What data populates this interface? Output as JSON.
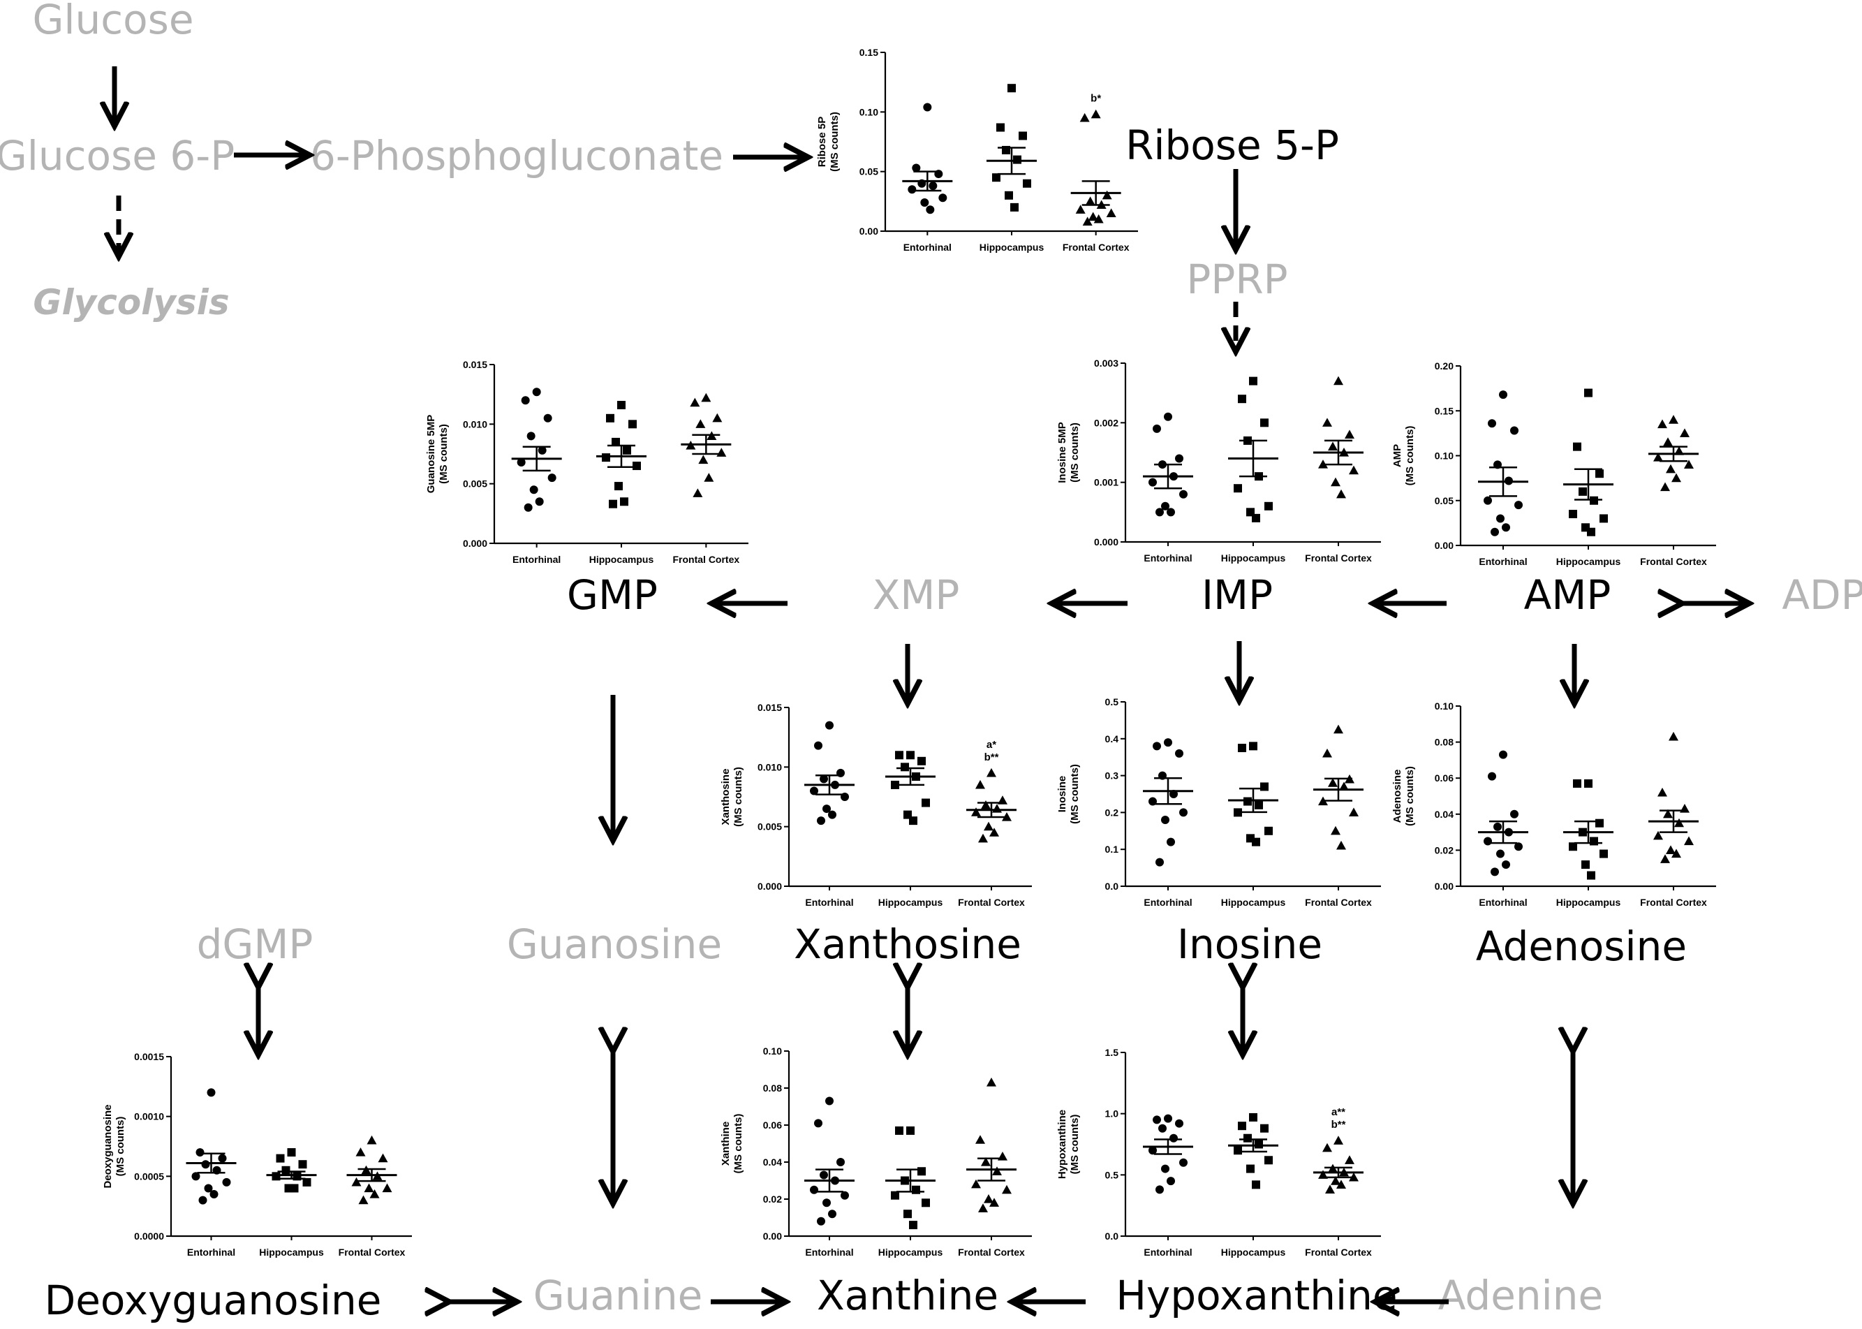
{
  "metabolites": [
    {
      "id": "glucose",
      "label": "Glucose",
      "color": "grey"
    },
    {
      "id": "glucose6p",
      "label": "Glucose 6-P",
      "color": "grey"
    },
    {
      "id": "phosphogluconate",
      "label": "6-Phosphogluconate",
      "color": "grey"
    },
    {
      "id": "glycolysis",
      "label": "Glycolysis",
      "color": "grey"
    },
    {
      "id": "ribose5p",
      "label": "Ribose 5-P",
      "color": "black"
    },
    {
      "id": "pprp",
      "label": "PPRP",
      "color": "grey"
    },
    {
      "id": "gmp",
      "label": "GMP",
      "color": "black"
    },
    {
      "id": "xmp",
      "label": "XMP",
      "color": "grey"
    },
    {
      "id": "imp",
      "label": "IMP",
      "color": "black"
    },
    {
      "id": "amp",
      "label": "AMP",
      "color": "black"
    },
    {
      "id": "adp",
      "label": "ADP",
      "color": "grey"
    },
    {
      "id": "dgmp",
      "label": "dGMP",
      "color": "grey"
    },
    {
      "id": "guanosine",
      "label": "Guanosine",
      "color": "grey"
    },
    {
      "id": "xanthosine",
      "label": "Xanthosine",
      "color": "black"
    },
    {
      "id": "inosine",
      "label": "Inosine",
      "color": "black"
    },
    {
      "id": "adenosine",
      "label": "Adenosine",
      "color": "black"
    },
    {
      "id": "deoxyguanosine",
      "label": "Deoxyguanosine",
      "color": "black"
    },
    {
      "id": "guanine",
      "label": "Guanine",
      "color": "grey"
    },
    {
      "id": "xanthine",
      "label": "Xanthine",
      "color": "black"
    },
    {
      "id": "hypoxanthine",
      "label": "Hypoxanthine",
      "color": "black"
    },
    {
      "id": "adenine",
      "label": "Adenine",
      "color": "grey"
    }
  ],
  "chart_data": [
    {
      "id": "ribose5p",
      "type": "scatter",
      "ylabel": [
        "Ribose 5P",
        "(MS counts)"
      ],
      "ylim": [
        0,
        0.15
      ],
      "ticks": [
        "0.00",
        "0.05",
        "0.10",
        "0.15"
      ],
      "tick_values": [
        0,
        0.05,
        0.1,
        0.15
      ],
      "categories": [
        "Entorhinal",
        "Hippocampus",
        "Frontal Cortex"
      ],
      "series": [
        {
          "marker": "circle",
          "values": [
            0.104,
            0.053,
            0.048,
            0.04,
            0.038,
            0.035,
            0.028,
            0.024,
            0.018
          ],
          "mean": 0.042,
          "sem": 0.008
        },
        {
          "marker": "square",
          "values": [
            0.12,
            0.087,
            0.08,
            0.068,
            0.06,
            0.045,
            0.04,
            0.03,
            0.02
          ],
          "mean": 0.059,
          "sem": 0.011
        },
        {
          "marker": "triangle",
          "values": [
            0.098,
            0.095,
            0.03,
            0.025,
            0.022,
            0.018,
            0.015,
            0.012,
            0.01,
            0.008
          ],
          "mean": 0.032,
          "sem": 0.01
        }
      ],
      "annotations": [
        {
          "category": 2,
          "lines": [
            "b*"
          ]
        }
      ]
    },
    {
      "id": "guanosine5mp",
      "type": "scatter",
      "ylabel": [
        "Guanosine 5MP",
        "(MS counts)"
      ],
      "ylim": [
        0,
        0.015
      ],
      "ticks": [
        "0.000",
        "0.005",
        "0.010",
        "0.015"
      ],
      "tick_values": [
        0,
        0.005,
        0.01,
        0.015
      ],
      "categories": [
        "Entorhinal",
        "Hippocampus",
        "Frontal Cortex"
      ],
      "series": [
        {
          "marker": "circle",
          "values": [
            0.0127,
            0.012,
            0.0105,
            0.009,
            0.0078,
            0.0068,
            0.0055,
            0.0045,
            0.0035,
            0.003
          ],
          "mean": 0.0071,
          "sem": 0.001
        },
        {
          "marker": "square",
          "values": [
            0.0116,
            0.0105,
            0.01,
            0.0085,
            0.0078,
            0.0072,
            0.0065,
            0.0048,
            0.0035,
            0.0033
          ],
          "mean": 0.0073,
          "sem": 0.0009
        },
        {
          "marker": "triangle",
          "values": [
            0.0122,
            0.0118,
            0.0105,
            0.01,
            0.009,
            0.0082,
            0.0076,
            0.007,
            0.0055,
            0.0042
          ],
          "mean": 0.0083,
          "sem": 0.0008
        }
      ],
      "annotations": []
    },
    {
      "id": "inosine5mp",
      "type": "scatter",
      "ylabel": [
        "Inosine 5MP",
        "(MS counts)"
      ],
      "ylim": [
        0,
        0.003
      ],
      "ticks": [
        "0.000",
        "0.001",
        "0.002",
        "0.003"
      ],
      "tick_values": [
        0,
        0.001,
        0.002,
        0.003
      ],
      "categories": [
        "Entorhinal",
        "Hippocampus",
        "Frontal Cortex"
      ],
      "series": [
        {
          "marker": "circle",
          "values": [
            0.0021,
            0.0019,
            0.0014,
            0.0013,
            0.0011,
            0.001,
            0.0008,
            0.0006,
            0.0005,
            0.0005
          ],
          "mean": 0.0011,
          "sem": 0.0002
        },
        {
          "marker": "square",
          "values": [
            0.0027,
            0.0024,
            0.002,
            0.0017,
            0.0011,
            0.0009,
            0.0006,
            0.0005,
            0.0004
          ],
          "mean": 0.0014,
          "sem": 0.0003
        },
        {
          "marker": "triangle",
          "values": [
            0.0027,
            0.002,
            0.0018,
            0.0016,
            0.0015,
            0.0013,
            0.0012,
            0.001,
            0.0008
          ],
          "mean": 0.0015,
          "sem": 0.0002
        }
      ],
      "annotations": []
    },
    {
      "id": "amp",
      "type": "scatter",
      "ylabel": [
        "AMP",
        "(MS counts)"
      ],
      "ylim": [
        0,
        0.2
      ],
      "ticks": [
        "0.00",
        "0.05",
        "0.10",
        "0.15",
        "0.20"
      ],
      "tick_values": [
        0,
        0.05,
        0.1,
        0.15,
        0.2
      ],
      "categories": [
        "Entorhinal",
        "Hippocampus",
        "Frontal Cortex"
      ],
      "series": [
        {
          "marker": "circle",
          "values": [
            0.168,
            0.136,
            0.128,
            0.09,
            0.072,
            0.05,
            0.045,
            0.03,
            0.02,
            0.015
          ],
          "mean": 0.071,
          "sem": 0.016
        },
        {
          "marker": "square",
          "values": [
            0.17,
            0.11,
            0.08,
            0.06,
            0.05,
            0.035,
            0.03,
            0.02,
            0.015
          ],
          "mean": 0.068,
          "sem": 0.017
        },
        {
          "marker": "triangle",
          "values": [
            0.14,
            0.135,
            0.125,
            0.115,
            0.105,
            0.098,
            0.09,
            0.085,
            0.075,
            0.065
          ],
          "mean": 0.102,
          "sem": 0.008
        }
      ],
      "annotations": []
    },
    {
      "id": "xanthosine",
      "type": "scatter",
      "ylabel": [
        "Xanthosine",
        "(MS counts)"
      ],
      "ylim": [
        0,
        0.015
      ],
      "ticks": [
        "0.000",
        "0.005",
        "0.010",
        "0.015"
      ],
      "tick_values": [
        0,
        0.005,
        0.01,
        0.015
      ],
      "categories": [
        "Entorhinal",
        "Hippocampus",
        "Frontal Cortex"
      ],
      "series": [
        {
          "marker": "circle",
          "values": [
            0.0135,
            0.0118,
            0.0095,
            0.009,
            0.0085,
            0.008,
            0.0075,
            0.0065,
            0.006,
            0.0055
          ],
          "mean": 0.0085,
          "sem": 0.0008
        },
        {
          "marker": "square",
          "values": [
            0.011,
            0.011,
            0.0105,
            0.01,
            0.0092,
            0.0085,
            0.007,
            0.006,
            0.0055
          ],
          "mean": 0.0092,
          "sem": 0.0007
        },
        {
          "marker": "triangle",
          "values": [
            0.0095,
            0.0085,
            0.0072,
            0.0068,
            0.0065,
            0.0062,
            0.0058,
            0.005,
            0.0045,
            0.004
          ],
          "mean": 0.0064,
          "sem": 0.0006
        }
      ],
      "annotations": [
        {
          "category": 2,
          "lines": [
            "a*",
            "b**"
          ]
        }
      ]
    },
    {
      "id": "inosine",
      "type": "scatter",
      "ylabel": [
        "Inosine",
        "(MS counts)"
      ],
      "ylim": [
        0,
        0.5
      ],
      "ticks": [
        "0.0",
        "0.1",
        "0.2",
        "0.3",
        "0.4",
        "0.5"
      ],
      "tick_values": [
        0,
        0.1,
        0.2,
        0.3,
        0.4,
        0.5
      ],
      "categories": [
        "Entorhinal",
        "Hippocampus",
        "Frontal Cortex"
      ],
      "series": [
        {
          "marker": "circle",
          "values": [
            0.39,
            0.38,
            0.36,
            0.3,
            0.25,
            0.23,
            0.2,
            0.18,
            0.12,
            0.065
          ],
          "mean": 0.258,
          "sem": 0.035
        },
        {
          "marker": "square",
          "values": [
            0.38,
            0.375,
            0.27,
            0.23,
            0.22,
            0.2,
            0.15,
            0.13,
            0.12
          ],
          "mean": 0.233,
          "sem": 0.032
        },
        {
          "marker": "triangle",
          "values": [
            0.425,
            0.36,
            0.29,
            0.28,
            0.27,
            0.23,
            0.2,
            0.15,
            0.11
          ],
          "mean": 0.262,
          "sem": 0.03
        }
      ],
      "annotations": []
    },
    {
      "id": "adenosine",
      "type": "scatter",
      "ylabel": [
        "Adenosine",
        "(MS counts)"
      ],
      "ylim": [
        0,
        0.1
      ],
      "ticks": [
        "0.00",
        "0.02",
        "0.04",
        "0.06",
        "0.08",
        "0.10"
      ],
      "tick_values": [
        0,
        0.02,
        0.04,
        0.06,
        0.08,
        0.1
      ],
      "categories": [
        "Entorhinal",
        "Hippocampus",
        "Frontal Cortex"
      ],
      "series": [
        {
          "marker": "circle",
          "values": [
            0.073,
            0.061,
            0.04,
            0.033,
            0.03,
            0.025,
            0.022,
            0.018,
            0.012,
            0.008
          ],
          "mean": 0.03,
          "sem": 0.006
        },
        {
          "marker": "square",
          "values": [
            0.057,
            0.057,
            0.035,
            0.03,
            0.025,
            0.022,
            0.018,
            0.012,
            0.006
          ],
          "mean": 0.03,
          "sem": 0.006
        },
        {
          "marker": "triangle",
          "values": [
            0.083,
            0.052,
            0.043,
            0.04,
            0.035,
            0.028,
            0.025,
            0.02,
            0.018,
            0.015
          ],
          "mean": 0.036,
          "sem": 0.006
        }
      ],
      "annotations": []
    },
    {
      "id": "deoxyguanosine",
      "type": "scatter",
      "ylabel": [
        "Deoxyguanosine",
        "(MS counts)"
      ],
      "ylim": [
        0,
        0.0015
      ],
      "ticks": [
        "0.0000",
        "0.0005",
        "0.0010",
        "0.0015"
      ],
      "tick_values": [
        0,
        0.0005,
        0.001,
        0.0015
      ],
      "categories": [
        "Entorhinal",
        "Hippocampus",
        "Frontal Cortex"
      ],
      "series": [
        {
          "marker": "circle",
          "values": [
            0.0012,
            0.0007,
            0.00065,
            0.0006,
            0.00055,
            0.0005,
            0.00045,
            0.0004,
            0.00035,
            0.0003
          ],
          "mean": 0.00061,
          "sem": 8e-05
        },
        {
          "marker": "square",
          "values": [
            0.0007,
            0.00065,
            0.0006,
            0.00055,
            0.0005,
            0.0005,
            0.00045,
            0.0004,
            0.0004
          ],
          "mean": 0.00051,
          "sem": 3e-05
        },
        {
          "marker": "triangle",
          "values": [
            0.0008,
            0.0007,
            0.00065,
            0.00055,
            0.0005,
            0.00045,
            0.0004,
            0.0004,
            0.00035,
            0.0003
          ],
          "mean": 0.00051,
          "sem": 5e-05
        }
      ],
      "annotations": []
    },
    {
      "id": "xanthine",
      "type": "scatter",
      "ylabel": [
        "Xanthine",
        "(MS counts)"
      ],
      "ylim": [
        0,
        0.1
      ],
      "ticks": [
        "0.00",
        "0.02",
        "0.04",
        "0.06",
        "0.08",
        "0.10"
      ],
      "tick_values": [
        0,
        0.02,
        0.04,
        0.06,
        0.08,
        0.1
      ],
      "categories": [
        "Entorhinal",
        "Hippocampus",
        "Frontal Cortex"
      ],
      "series": [
        {
          "marker": "circle",
          "values": [
            0.073,
            0.061,
            0.04,
            0.033,
            0.03,
            0.025,
            0.022,
            0.018,
            0.012,
            0.008
          ],
          "mean": 0.03,
          "sem": 0.006
        },
        {
          "marker": "square",
          "values": [
            0.057,
            0.057,
            0.035,
            0.03,
            0.025,
            0.022,
            0.018,
            0.012,
            0.006
          ],
          "mean": 0.03,
          "sem": 0.006
        },
        {
          "marker": "triangle",
          "values": [
            0.083,
            0.052,
            0.043,
            0.04,
            0.035,
            0.028,
            0.025,
            0.02,
            0.018,
            0.015
          ],
          "mean": 0.036,
          "sem": 0.006
        }
      ],
      "annotations": []
    },
    {
      "id": "hypoxanthine",
      "type": "scatter",
      "ylabel": [
        "Hypoxanthine",
        "(MS counts)"
      ],
      "ylim": [
        0,
        1.5
      ],
      "ticks": [
        "0.0",
        "0.5",
        "1.0",
        "1.5"
      ],
      "tick_values": [
        0,
        0.5,
        1.0,
        1.5
      ],
      "categories": [
        "Entorhinal",
        "Hippocampus",
        "Frontal Cortex"
      ],
      "series": [
        {
          "marker": "circle",
          "values": [
            0.96,
            0.95,
            0.92,
            0.88,
            0.8,
            0.7,
            0.6,
            0.55,
            0.45,
            0.38
          ],
          "mean": 0.73,
          "sem": 0.06
        },
        {
          "marker": "square",
          "values": [
            0.97,
            0.9,
            0.88,
            0.8,
            0.75,
            0.7,
            0.62,
            0.55,
            0.42
          ],
          "mean": 0.74,
          "sem": 0.05
        },
        {
          "marker": "triangle",
          "values": [
            0.78,
            0.72,
            0.62,
            0.55,
            0.52,
            0.5,
            0.48,
            0.45,
            0.42,
            0.38
          ],
          "mean": 0.52,
          "sem": 0.04
        }
      ],
      "annotations": [
        {
          "category": 2,
          "lines": [
            "a**",
            "b**"
          ]
        }
      ]
    }
  ]
}
